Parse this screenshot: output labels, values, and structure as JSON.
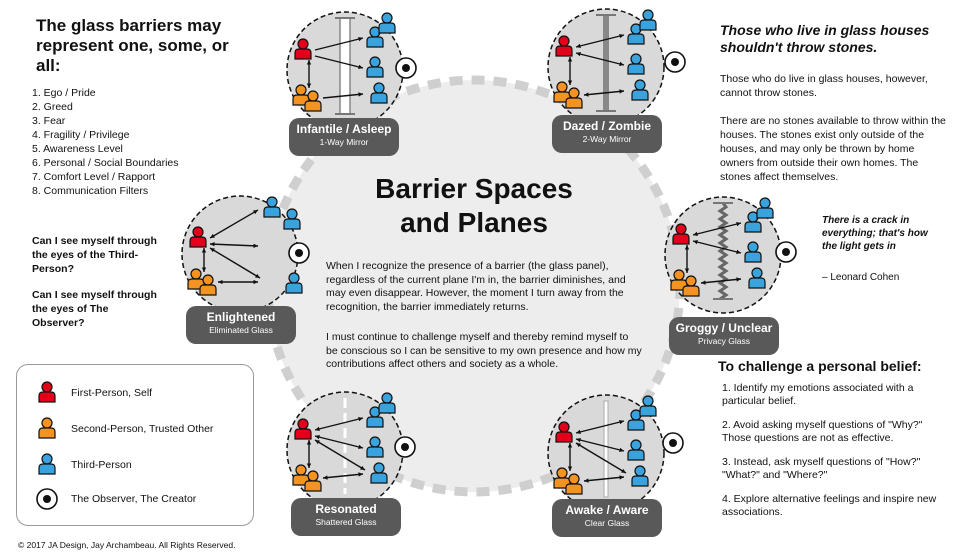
{
  "left": {
    "title": "The glass barriers may represent one, some, or all:",
    "barriers": [
      "1. Ego / Pride",
      "2. Greed",
      "3. Fear",
      "4. Fragility / Privilege",
      "5. Awareness Level",
      "6. Personal / Social Boundaries",
      "7. Comfort Level / Rapport",
      "8. Communication Filters"
    ],
    "question_third_person": "Can I see myself through the eyes of the Third-Person?",
    "question_observer": "Can I see myself through the eyes of The Observer?"
  },
  "legend": [
    {
      "label": "First-Person, Self",
      "icon": "first-person-icon",
      "color": "#e2001a"
    },
    {
      "label": "Second-Person, Trusted Other",
      "icon": "second-person-icon",
      "color": "#f39322"
    },
    {
      "label": "Third-Person",
      "icon": "third-person-icon",
      "color": "#3aa3dd"
    },
    {
      "label": "The Observer, The Creator",
      "icon": "observer-icon",
      "color": "#111111"
    }
  ],
  "copyright": "© 2017 JA Design, Jay Archambeau. All Rights Reserved.",
  "center": {
    "title_line1": "Barrier Spaces",
    "title_line2": "and Planes",
    "paragraph1": "When I recognize the presence of a barrier (the glass panel), regardless of the current plane I'm in, the barrier diminishes, and may even disappear. However, the moment I turn away from the recognition, the barrier immediately returns.",
    "paragraph2": "I must continue to challenge myself and thereby remind myself to be conscious so I can be sensitive to my own presence and how my contributions affect others and society as a whole."
  },
  "states": [
    {
      "name": "Infantile / Asleep",
      "sub": "1-Way Mirror",
      "barrier": "one-way-mirror"
    },
    {
      "name": "Dazed / Zombie",
      "sub": "2-Way Mirror",
      "barrier": "two-way-mirror"
    },
    {
      "name": "Groggy / Unclear",
      "sub": "Privacy Glass",
      "barrier": "privacy-glass"
    },
    {
      "name": "Awake / Aware",
      "sub": "Clear Glass",
      "barrier": "clear-glass"
    },
    {
      "name": "Resonated",
      "sub": "Shattered Glass",
      "barrier": "shattered-glass"
    },
    {
      "name": "Enlightened",
      "sub": "Eliminated Glass",
      "barrier": "eliminated-glass"
    }
  ],
  "right": {
    "title": "Those who live in glass houses shouldn't throw stones.",
    "paragraph1": "Those who do live in glass houses, however, cannot throw stones.",
    "paragraph2": "There are no stones available to throw within the houses. The stones exist only outside of the houses, and may only be thrown by home owners from outside their own homes. The stones affect themselves.",
    "quote": "There is a crack in everything; that's how the light gets in",
    "quote_author": "– Leonard Cohen",
    "challenge_title": "To challenge a personal belief:",
    "challenge_items": [
      "1. Identify my emotions associated with a particular belief.",
      "2. Avoid asking myself questions of \"Why?\" Those questions are not as effective.",
      "3. Instead, ask myself questions of \"How?\" \"What?\" and \"Where?\"",
      "4. Explore alternative feelings and inspire new associations."
    ]
  }
}
